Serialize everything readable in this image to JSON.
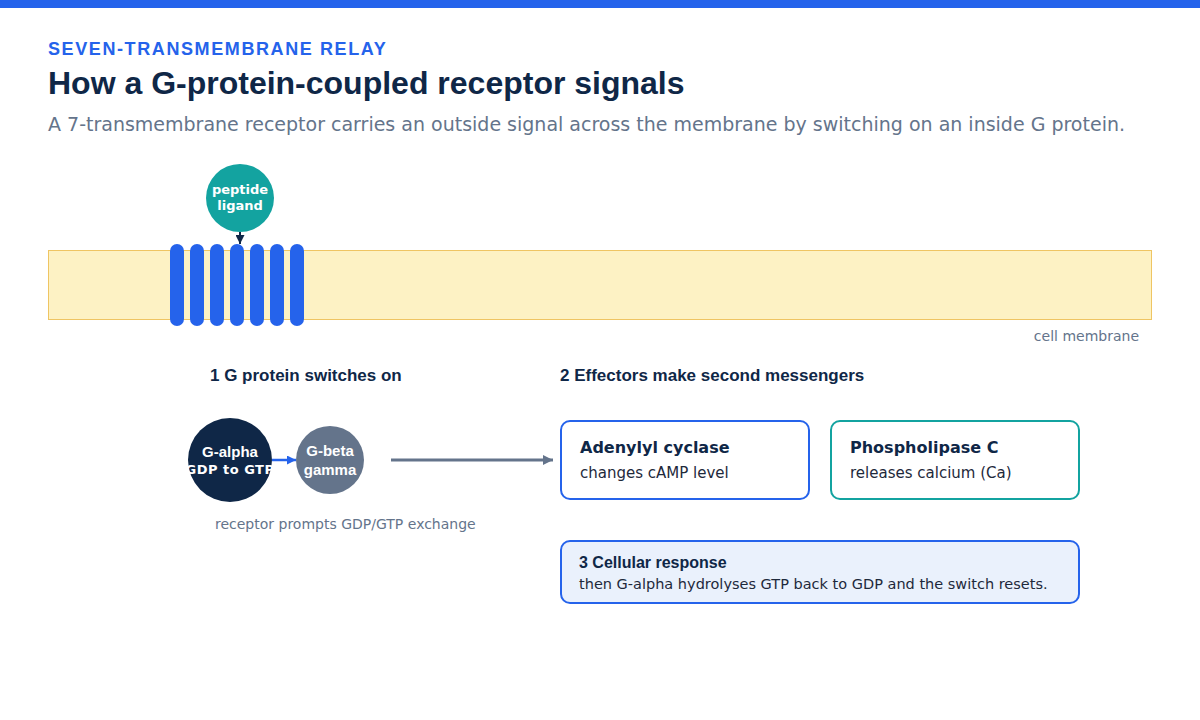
{
  "diagram": {
    "title": "How a G-protein-coupled receptor signals",
    "caption": "A 7-transmembrane receptor carries an outside signal across the membrane by switching on an inside G protein.",
    "nodes": [
      {
        "text": [
          "peptide ligand"
        ]
      },
      {
        "text": [
          "cell membrane"
        ]
      },
      {
        "text": [
          "G-alpha",
          "GDP to GTP"
        ]
      },
      {
        "text": [
          "G-beta gamma"
        ]
      },
      {
        "text": [
          "Adenylyl cyclase",
          "changes cAMP level"
        ]
      },
      {
        "text": [
          "Phospholipase C",
          "releases calcium (Ca)"
        ]
      },
      {
        "text": [
          "3 Cellular response",
          "then G-alpha hydrolyses GTP back to GDP and the switch resets."
        ]
      }
    ],
    "edges": [
      {
        "from": 0,
        "to": 1,
        "arrow": "to"
      },
      {
        "from": 2,
        "to": 3,
        "arrow": "to"
      },
      {
        "from": 3,
        "to": 4,
        "arrow": "to"
      }
    ],
    "labels": [
      "SEVEN-TRANSMEMBRANE RELAY",
      "1 G protein switches on",
      "2 Effectors make second messengers",
      "receptor prompts GDP/GTP exchange"
    ]
  }
}
